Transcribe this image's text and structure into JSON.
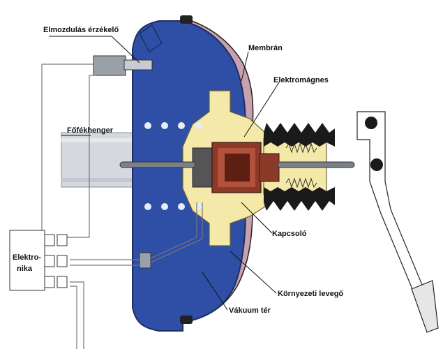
{
  "labels": {
    "displacement_sensor": "Elmozdulás érzékelő",
    "membrane": "Membrán",
    "electromagnet": "Elektromágnes",
    "master_cylinder": "Főfékhenger",
    "switch": "Kapcsoló",
    "electronics_line1": "Elektro-",
    "electronics_line2": "nika",
    "ambient_air": "Környezeti levegő",
    "vacuum_space": "Vákuum tér"
  },
  "colors": {
    "vacuum_chamber": "#2f4fa6",
    "membrane": "#c9a1ae",
    "housing_yellow": "#f4e9a8",
    "core_red": "#8b3a2a",
    "cylinder_grey": "#d4d7dd",
    "bellows": "#1a1a1a",
    "outline": "#222222"
  },
  "icons": [
    "sensor-icon",
    "connector-icon",
    "pedal-icon"
  ]
}
